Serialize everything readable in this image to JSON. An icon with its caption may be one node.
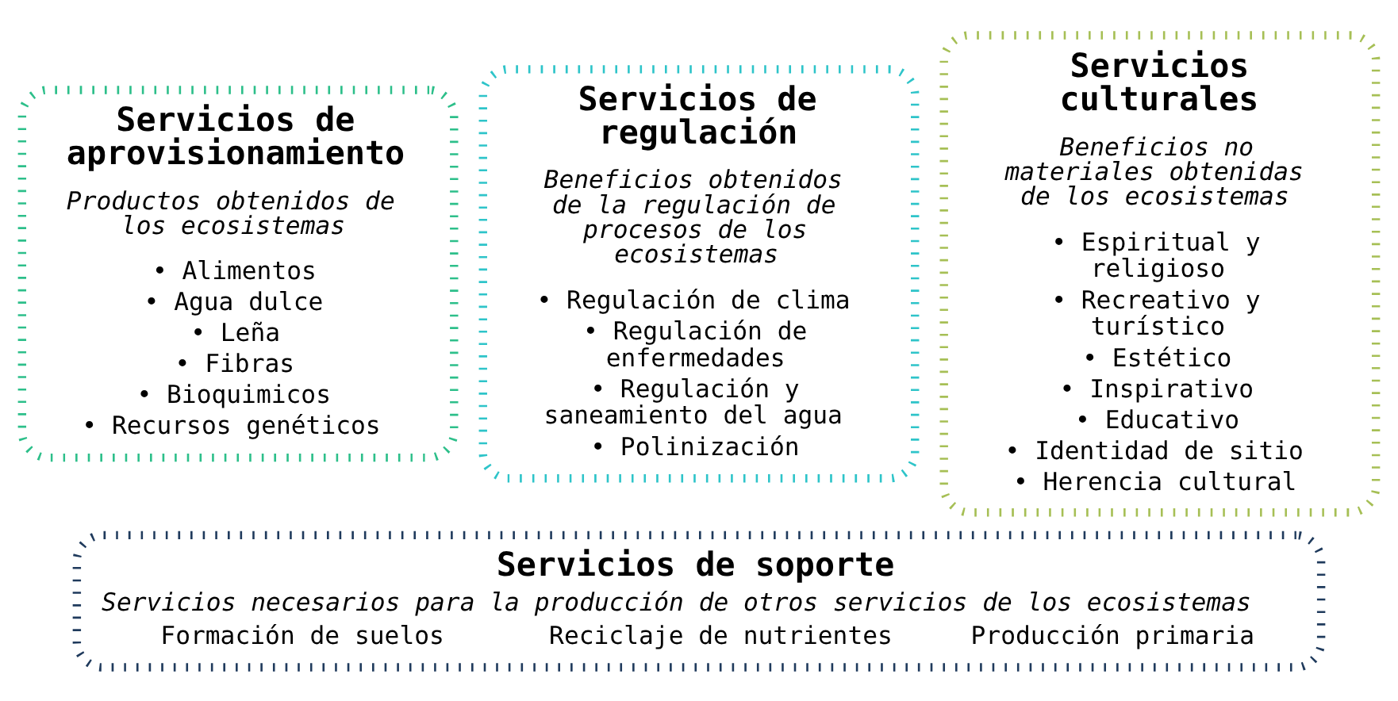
{
  "diagram": {
    "nodes": [
      {
        "text": [
          "Servicios de aprovisionamiento",
          "Productos obtenidos de los ecosistemas",
          "• Alimentos",
          "• Agua dulce",
          "• Leña",
          "• Fibras",
          "• Bioquimicos",
          "• Recursos genéticos"
        ]
      },
      {
        "text": [
          "Servicios de regulación",
          "Beneficios obtenidos de la regulación de procesos de los ecosistemas",
          "• Regulación de clima",
          "• Regulación de enfermedades",
          "• Regulación y saneamiento del agua",
          "• Polinización"
        ]
      },
      {
        "text": [
          "Servicios culturales",
          "Beneficios no materiales obtenidas de los ecosistemas",
          "• Espiritual y religioso",
          "• Recreativo y turístico",
          "• Estético",
          "• Inspirativo",
          "• Educativo",
          "• Identidad de sitio",
          "• Herencia cultural"
        ]
      },
      {
        "text": [
          "Servicios de soporte",
          "Servicios necesarios para la producción de otros servicios de los ecosistemas",
          "Formación de suelos",
          "Reciclaje de nutrientes",
          "Producción primaria"
        ]
      }
    ],
    "edges": []
  }
}
